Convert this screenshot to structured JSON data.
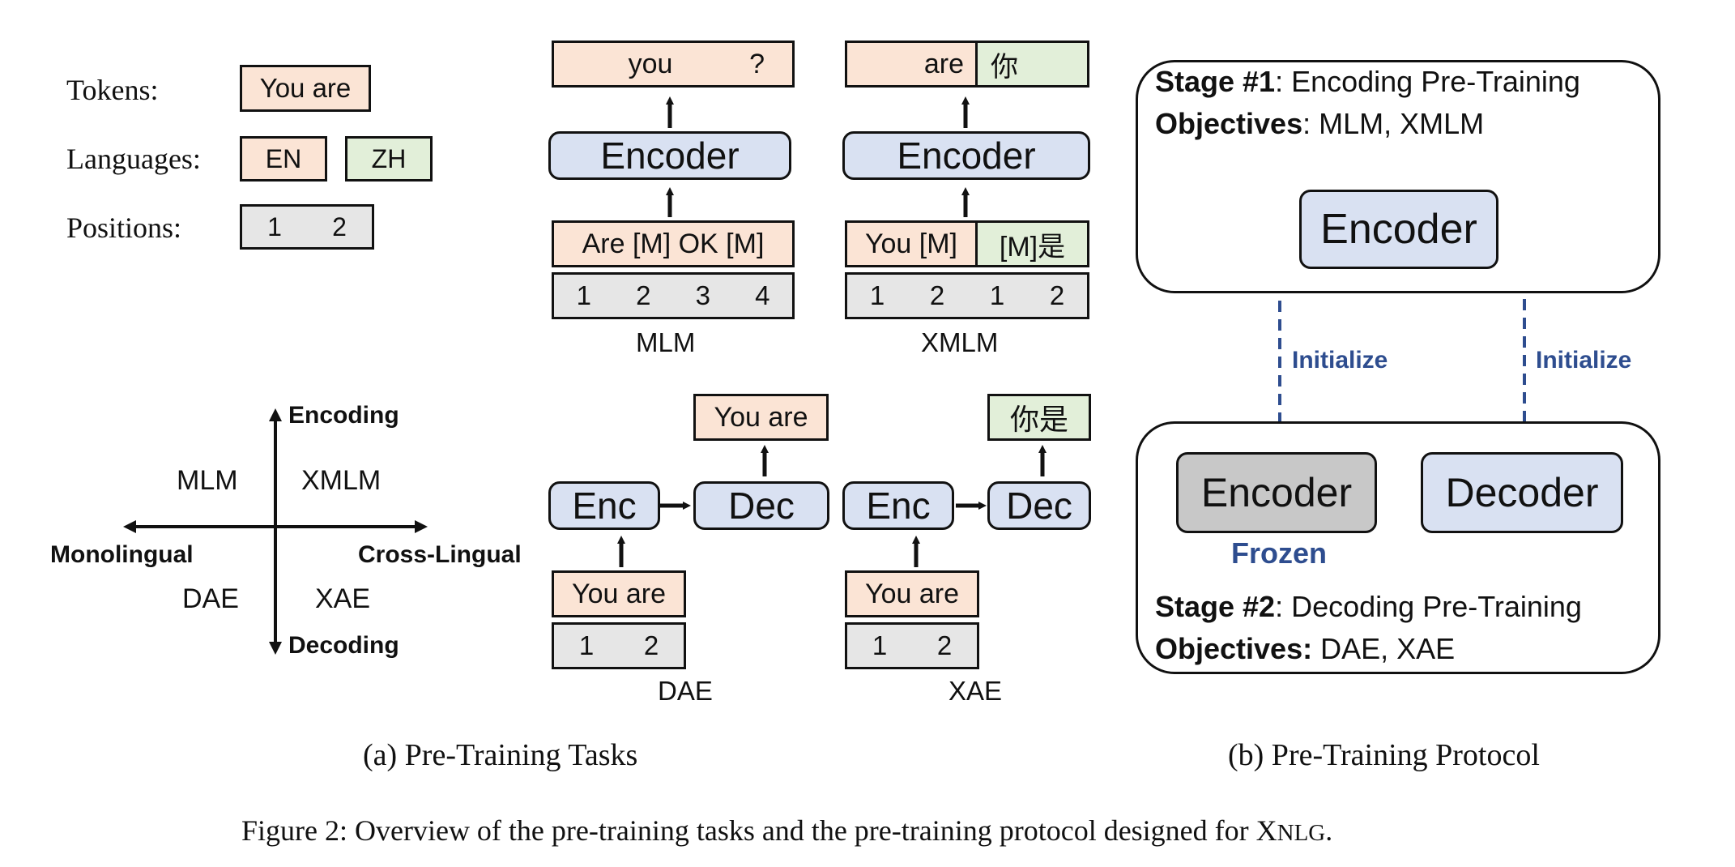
{
  "legend": {
    "tokens_label": "Tokens:",
    "tokens_value": "You are",
    "languages_label": "Languages:",
    "lang_en": "EN",
    "lang_zh": "ZH",
    "positions_label": "Positions:",
    "pos_1": "1",
    "pos_2": "2"
  },
  "quadrant": {
    "up": "Encoding",
    "down": "Decoding",
    "left": "Monolingual",
    "right": "Cross-Lingual",
    "q_tl": "MLM",
    "q_tr": "XMLM",
    "q_bl": "DAE",
    "q_br": "XAE"
  },
  "mlm": {
    "out_left": "you",
    "out_right": "?",
    "model": "Encoder",
    "input": "Are [M] OK [M]",
    "positions": [
      "1",
      "2",
      "3",
      "4"
    ],
    "caption": "MLM"
  },
  "xmlm": {
    "out_en": "are",
    "out_zh": "你",
    "model": "Encoder",
    "input_en": "You [M]",
    "input_zh": "[M]是",
    "positions": [
      "1",
      "2",
      "1",
      "2"
    ],
    "caption": "XMLM"
  },
  "dae": {
    "output": "You are",
    "enc": "Enc",
    "dec": "Dec",
    "input": "You are",
    "positions": [
      "1",
      "2"
    ],
    "caption": "DAE"
  },
  "xae": {
    "output": "你是",
    "enc": "Enc",
    "dec": "Dec",
    "input": "You are",
    "positions": [
      "1",
      "2"
    ],
    "caption": "XAE"
  },
  "protocol": {
    "stage1_title_bold": "Stage #1",
    "stage1_title_rest": ": Encoding Pre-Training",
    "stage1_obj_bold": "Objectives",
    "stage1_obj_rest": ": MLM, XMLM",
    "stage1_model": "Encoder",
    "init_left": "Initialize",
    "init_right": "Initialize",
    "stage2_encoder": "Encoder",
    "stage2_decoder": "Decoder",
    "frozen": "Frozen",
    "stage2_title_bold": "Stage #2",
    "stage2_title_rest": ": Decoding Pre-Training",
    "stage2_obj_bold": "Objectives:",
    "stage2_obj_rest": " DAE, XAE"
  },
  "captions": {
    "a": "(a) Pre-Training Tasks",
    "b": "(b) Pre-Training Protocol",
    "figure": "Figure 2: Overview of the pre-training tasks and the pre-training protocol designed for X",
    "figure_sc": "NLG",
    "figure_end": "."
  },
  "colors": {
    "en_fill": "#fbe4d5",
    "zh_fill": "#e2efd9",
    "position_fill": "#e6e6e6",
    "model_fill": "#d9e1f2",
    "frozen_fill": "#c8c8c8",
    "init_blue": "#2e4d8f"
  }
}
